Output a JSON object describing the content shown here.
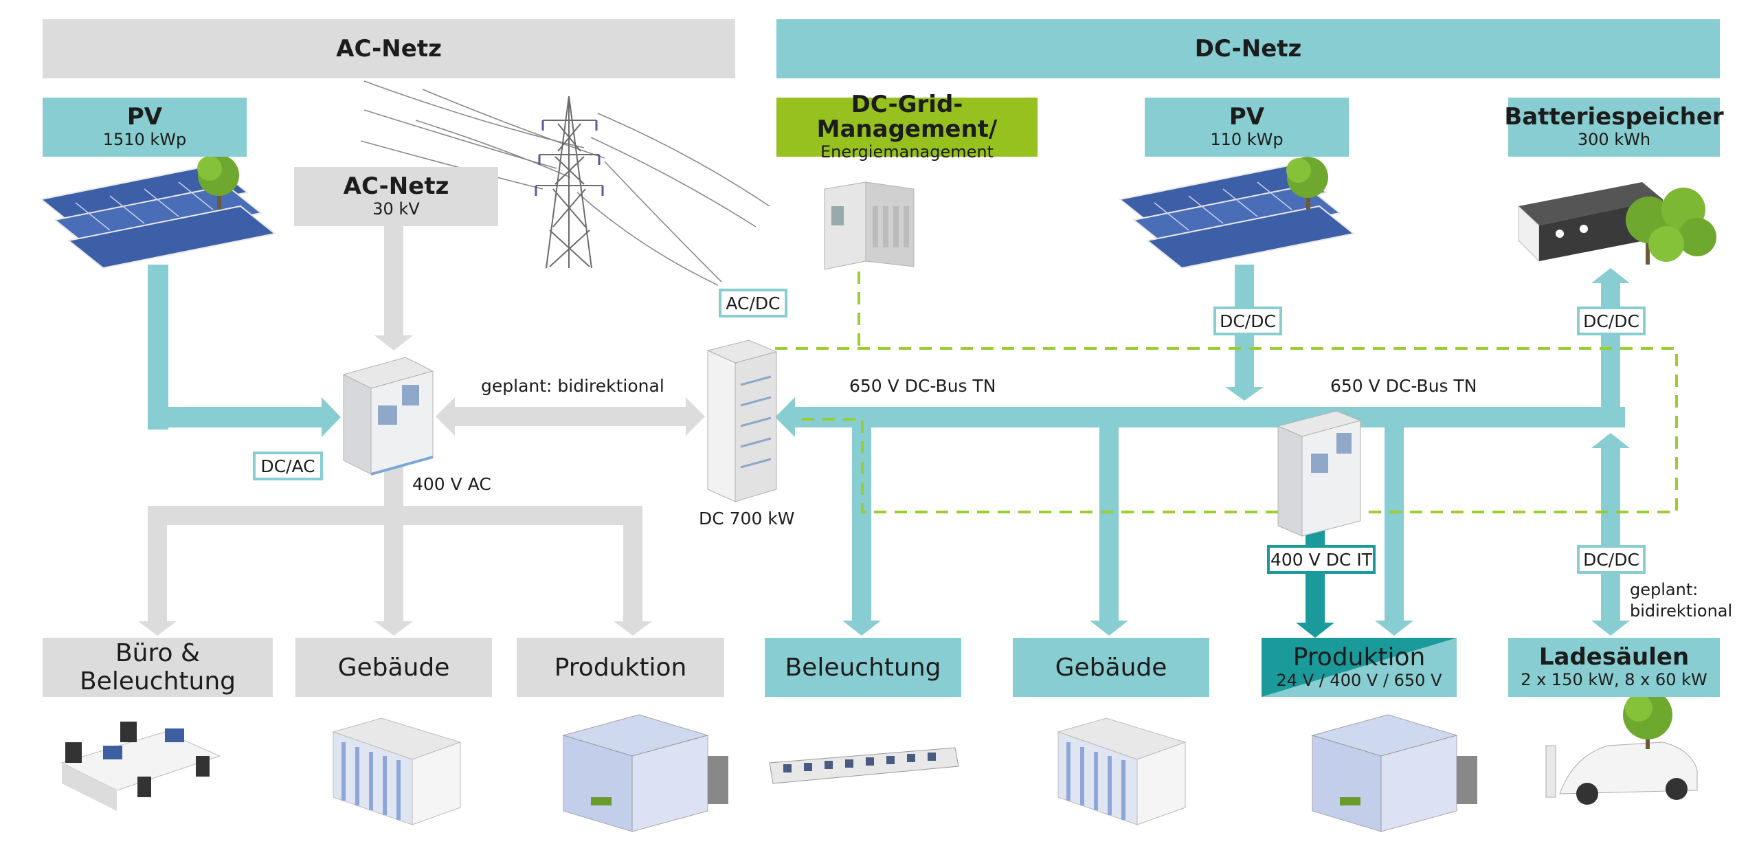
{
  "header": {
    "ac": "AC-Netz",
    "dc": "DC-Netz"
  },
  "sources": {
    "pv_ac": {
      "title": "PV",
      "sub": "1510 kWp"
    },
    "ac_grid": {
      "title": "AC-Netz",
      "sub": "30 kV"
    },
    "dc_mgmt": {
      "title": "DC-Grid-Management/",
      "sub": "Energiemanagement"
    },
    "pv_dc": {
      "title": "PV",
      "sub": "110 kWp"
    },
    "battery": {
      "title": "Batteriespeicher",
      "sub": "300 kWh"
    }
  },
  "converters": {
    "ac_dc": "AC/DC",
    "dc_ac": "DC/AC",
    "dc_dc_pv": "DC/DC",
    "dc_dc_battery": "DC/DC",
    "dc_dc_charging": "DC/DC",
    "dc_it": "400 V DC IT"
  },
  "labels": {
    "planned_bidirectional": "geplant: bidirektional",
    "bus_left": "650 V DC-Bus TN",
    "bus_right": "650 V DC-Bus TN",
    "ac_400": "400 V AC",
    "dc_700": "DC 700 kW",
    "planned_bidir_charging": "geplant:\nbidirektional"
  },
  "loads": {
    "office": {
      "title": "Büro & Beleuchtung"
    },
    "building_ac": {
      "title": "Gebäude"
    },
    "production_ac": {
      "title": "Produktion"
    },
    "lighting_dc": {
      "title": "Beleuchtung"
    },
    "building_dc": {
      "title": "Gebäude"
    },
    "production_dc": {
      "title": "Produktion",
      "sub": "24 V / 400 V / 650 V"
    },
    "charging": {
      "title": "Ladesäulen",
      "sub": "2 x 150 kW, 8 x 60 kW"
    }
  },
  "colors": {
    "teal": "#88cdd1",
    "teal_dark": "#1a9a9a",
    "grey": "#dcdcdc",
    "green": "#97c11f",
    "dash_green": "#9acd32"
  },
  "icons": [
    "solar-panel-icon",
    "tree-icon",
    "power-pylon-icon",
    "control-cabinet-icon",
    "plc-controller-icon",
    "battery-container-icon",
    "office-desks-icon",
    "building-icon",
    "production-cell-icon",
    "led-light-bar-icon",
    "electric-car-icon"
  ]
}
